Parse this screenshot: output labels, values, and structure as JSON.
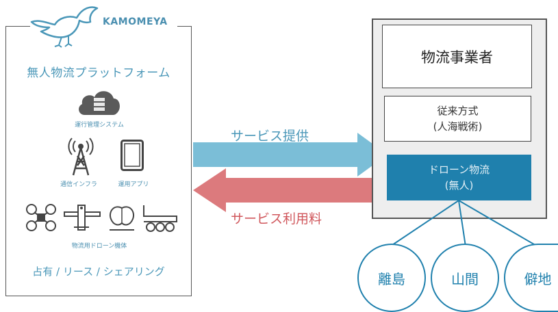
{
  "platform": {
    "brand": "KAMOMEYA",
    "title": "無人物流プラットフォーム",
    "items": {
      "ops_system": "運行管理システム",
      "comm_infra": "通信インフラ",
      "ops_app": "運用アプリ",
      "drone_airframes": "物流用ドローン機体"
    },
    "footer": "占有 / リース / シェアリング"
  },
  "arrows": {
    "service_provision": "サービス提供",
    "service_fee": "サービス利用料"
  },
  "operator": {
    "title": "物流事業者",
    "conventional_line1": "従来方式",
    "conventional_line2": "(人海戦術)",
    "drone_line1": "ドローン物流",
    "drone_line2": "(無人)"
  },
  "destinations": [
    "離島",
    "山間",
    "僻地"
  ],
  "colors": {
    "accent_blue": "#1f80ad",
    "light_blue": "#4a97b8",
    "arrow_blue": "#6db7d3",
    "arrow_red": "#d86b6f"
  }
}
